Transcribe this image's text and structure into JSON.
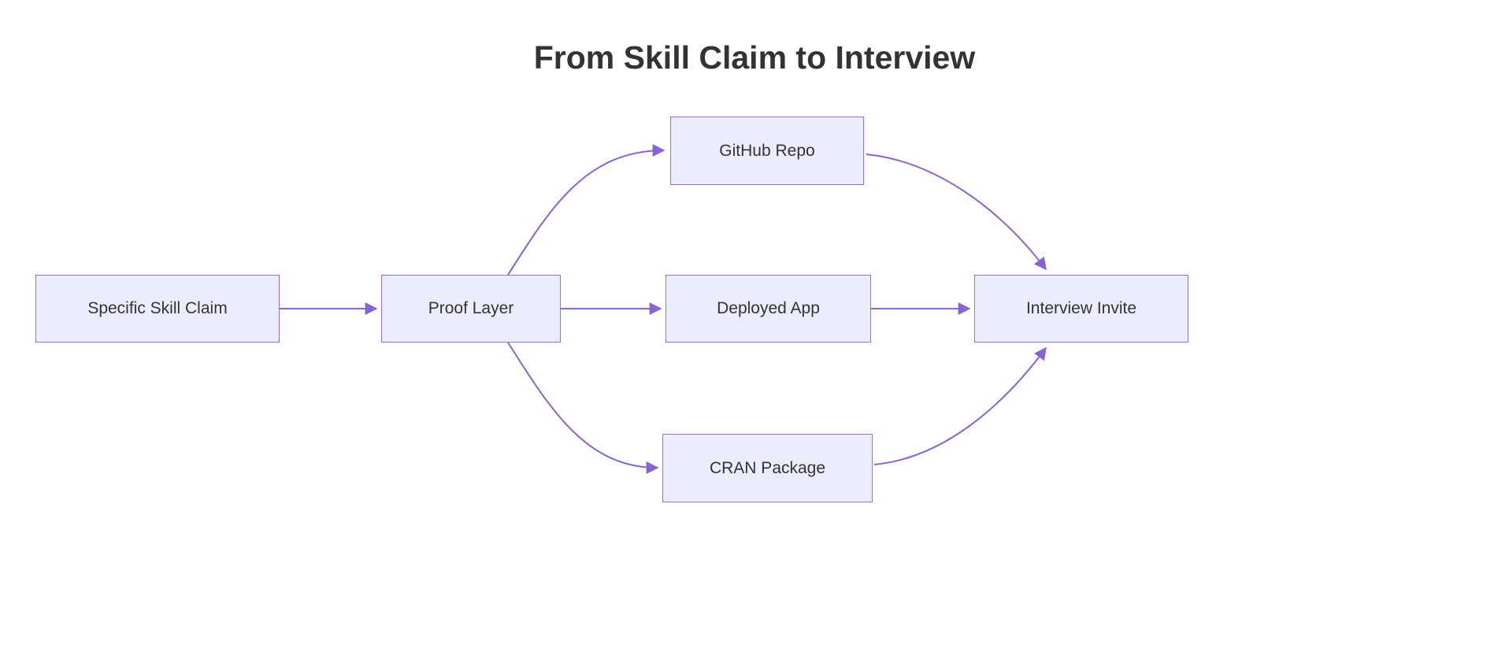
{
  "title": "From Skill Claim to Interview",
  "diagram": {
    "type": "flowchart",
    "direction": "left-to-right",
    "nodes": [
      {
        "id": "specific-skill-claim",
        "label": "Specific Skill Claim"
      },
      {
        "id": "proof-layer",
        "label": "Proof Layer"
      },
      {
        "id": "github-repo",
        "label": "GitHub Repo"
      },
      {
        "id": "deployed-app",
        "label": "Deployed App"
      },
      {
        "id": "cran-package",
        "label": "CRAN Package"
      },
      {
        "id": "interview-invite",
        "label": "Interview Invite"
      }
    ],
    "edges": [
      {
        "from": "Specific Skill Claim",
        "to": "Proof Layer"
      },
      {
        "from": "Proof Layer",
        "to": "GitHub Repo"
      },
      {
        "from": "Proof Layer",
        "to": "Deployed App"
      },
      {
        "from": "Proof Layer",
        "to": "CRAN Package"
      },
      {
        "from": "GitHub Repo",
        "to": "Interview Invite"
      },
      {
        "from": "Deployed App",
        "to": "Interview Invite"
      },
      {
        "from": "CRAN Package",
        "to": "Interview Invite"
      }
    ],
    "colors": {
      "node_fill": "#ECECFF",
      "node_border": "#9370DB",
      "edge": "#8A63D2",
      "text": "#333333",
      "background": "#FFFFFF"
    }
  }
}
